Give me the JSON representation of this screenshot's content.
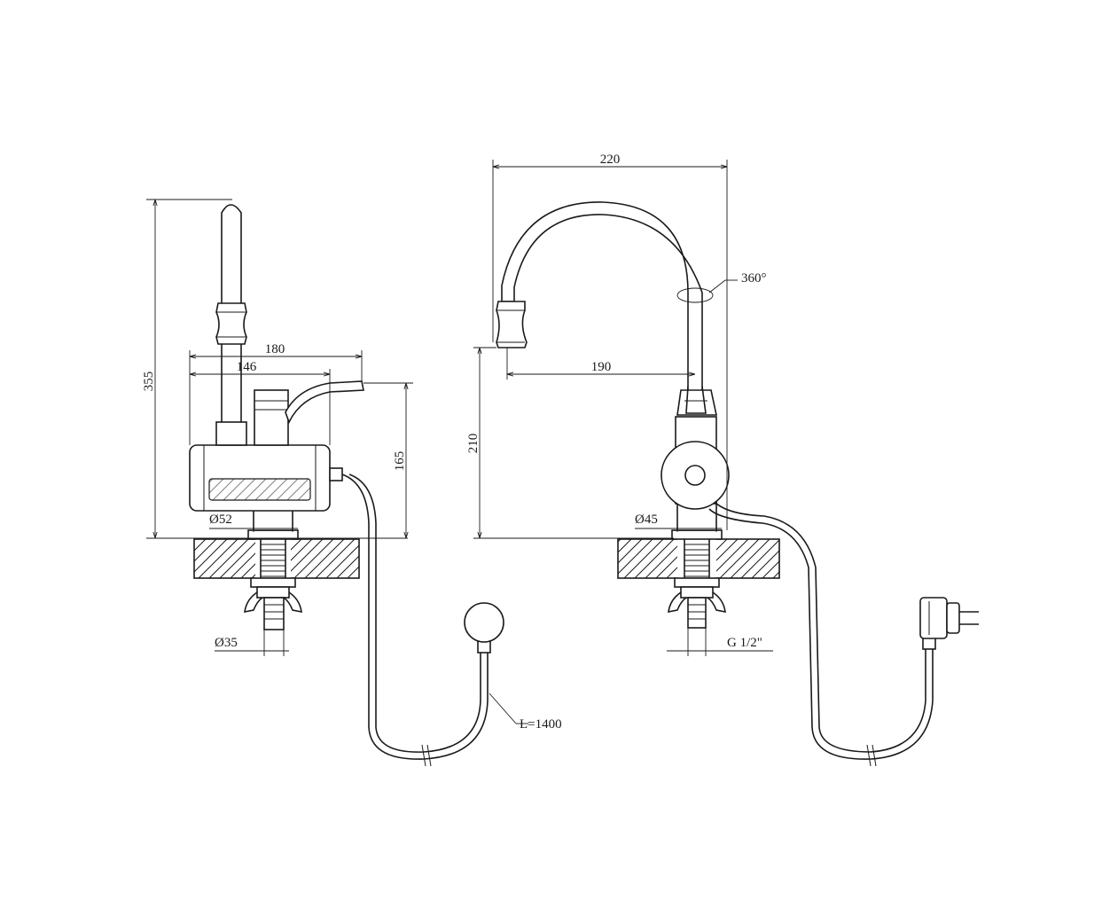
{
  "dimensions": {
    "height_total": "355",
    "width_body": "180",
    "width_inner": "146",
    "height_handle": "165",
    "dia_base_left": "Ø52",
    "dia_thread_left": "Ø35",
    "cable_length": "L=1400",
    "width_spout": "220",
    "rotation": "360°",
    "reach": "190",
    "height_spout": "210",
    "dia_base_right": "Ø45",
    "thread_right": "G 1/2\""
  }
}
